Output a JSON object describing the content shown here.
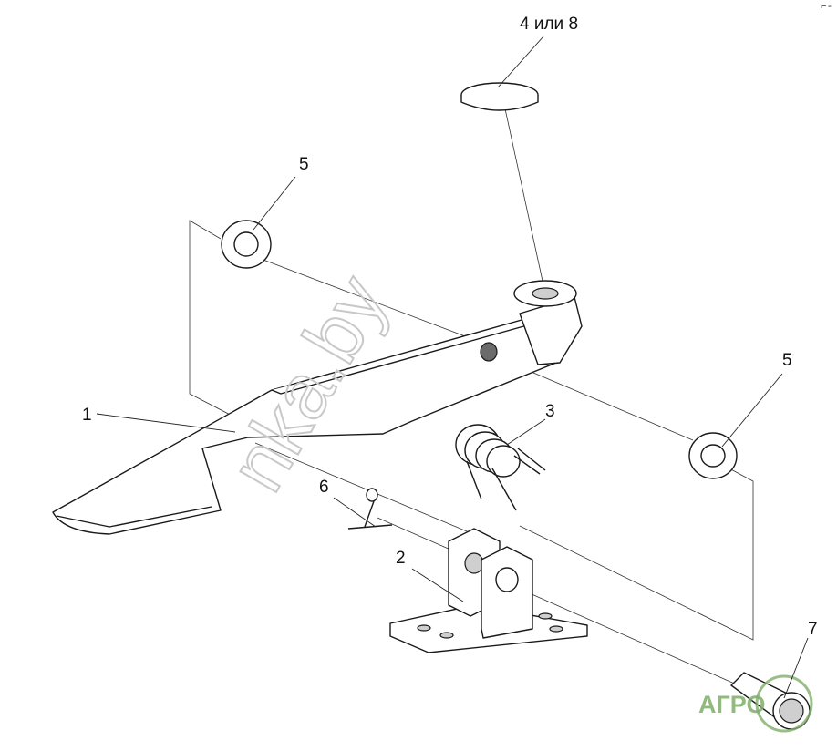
{
  "callouts": {
    "part_1": "1",
    "part_2": "2",
    "part_3": "3",
    "part_4_or_8": "4 или 8",
    "part_5_top": "5",
    "part_5_right": "5",
    "part_6": "6",
    "part_7": "7"
  },
  "watermark": {
    "text": "nka.by",
    "logo_text": "АГРО"
  },
  "corner_mark": "⌐-"
}
